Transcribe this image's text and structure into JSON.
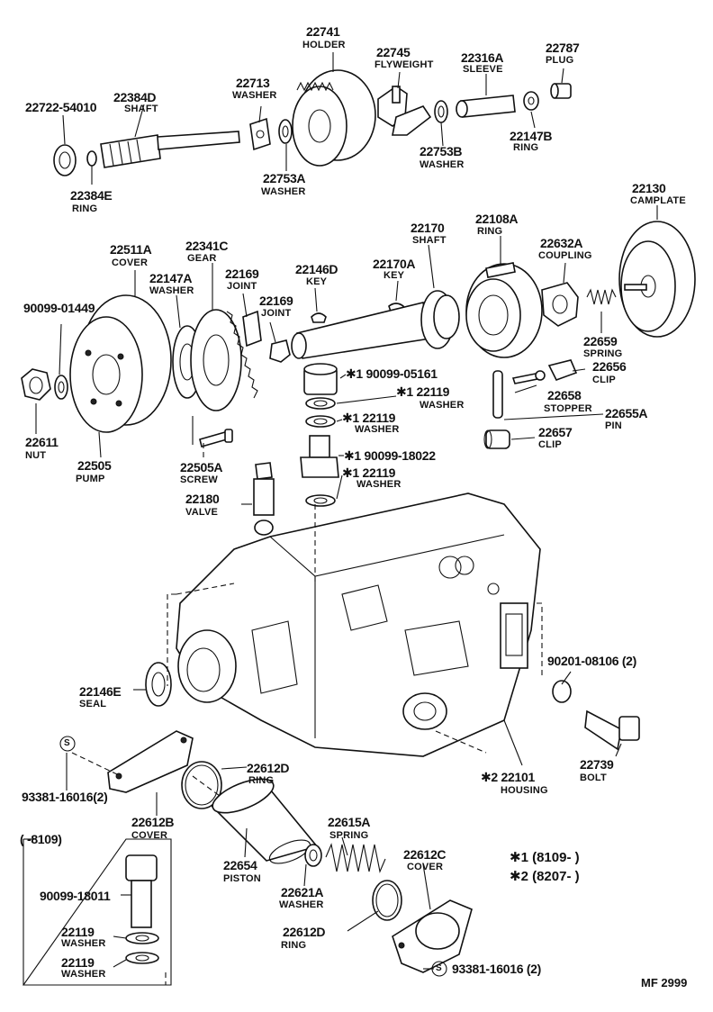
{
  "parts": [
    {
      "key": "p22722",
      "number": "22722-54010",
      "name": ""
    },
    {
      "key": "p22384d",
      "number": "22384D",
      "name": "SHAFT"
    },
    {
      "key": "p22384e",
      "number": "22384E",
      "name": "RING"
    },
    {
      "key": "p22713",
      "number": "22713",
      "name": "WASHER"
    },
    {
      "key": "p22741",
      "number": "22741",
      "name": "HOLDER"
    },
    {
      "key": "p22753a",
      "number": "22753A",
      "name": "WASHER"
    },
    {
      "key": "p22745",
      "number": "22745",
      "name": "FLYWEIGHT"
    },
    {
      "key": "p22753b",
      "number": "22753B",
      "name": "WASHER"
    },
    {
      "key": "p22316a",
      "number": "22316A",
      "name": "SLEEVE"
    },
    {
      "key": "p22787",
      "number": "22787",
      "name": "PLUG"
    },
    {
      "key": "p22147b",
      "number": "22147B",
      "name": "RING"
    },
    {
      "key": "p22130",
      "number": "22130",
      "name": "CAMPLATE"
    },
    {
      "key": "p22511a",
      "number": "22511A",
      "name": "COVER"
    },
    {
      "key": "p22341c",
      "number": "22341C",
      "name": "GEAR"
    },
    {
      "key": "p22147a",
      "number": "22147A",
      "name": "WASHER"
    },
    {
      "key": "p22169a",
      "number": "22169",
      "name": "JOINT"
    },
    {
      "key": "p22169b",
      "number": "22169",
      "name": "JOINT"
    },
    {
      "key": "p22146d",
      "number": "22146D",
      "name": "KEY"
    },
    {
      "key": "p22170a",
      "number": "22170A",
      "name": "KEY"
    },
    {
      "key": "p22170",
      "number": "22170",
      "name": "SHAFT"
    },
    {
      "key": "p22108a",
      "number": "22108A",
      "name": "RING"
    },
    {
      "key": "p22632a",
      "number": "22632A",
      "name": "COUPLING"
    },
    {
      "key": "p22659",
      "number": "22659",
      "name": "SPRING"
    },
    {
      "key": "p22656",
      "number": "22656",
      "name": "CLIP"
    },
    {
      "key": "p22658",
      "number": "22658",
      "name": "STOPPER"
    },
    {
      "key": "p22655a",
      "number": "22655A",
      "name": "PIN"
    },
    {
      "key": "p22657",
      "number": "22657",
      "name": "CLIP"
    },
    {
      "key": "p90099_01449",
      "number": "90099-01449",
      "name": ""
    },
    {
      "key": "p22611",
      "number": "22611",
      "name": "NUT"
    },
    {
      "key": "p22505",
      "number": "22505",
      "name": "PUMP"
    },
    {
      "key": "p22505a",
      "number": "22505A",
      "name": "SCREW"
    },
    {
      "key": "p22180",
      "number": "22180",
      "name": "VALVE"
    },
    {
      "key": "p90099_05161",
      "number": "✱1 90099-05161",
      "name": ""
    },
    {
      "key": "p22119a",
      "number": "✱1 22119",
      "name": "WASHER"
    },
    {
      "key": "p22119b",
      "number": "✱1 22119",
      "name": "WASHER"
    },
    {
      "key": "p90099_18022",
      "number": "✱1 90099-18022",
      "name": ""
    },
    {
      "key": "p22119c",
      "number": "✱1 22119",
      "name": "WASHER"
    },
    {
      "key": "p22146e",
      "number": "22146E",
      "name": "SEAL"
    },
    {
      "key": "p90201",
      "number": "90201-08106 (2)",
      "name": ""
    },
    {
      "key": "p22739",
      "number": "22739",
      "name": "BOLT"
    },
    {
      "key": "p22101",
      "number": "✱2 22101",
      "name": "HOUSING"
    },
    {
      "key": "p93381a",
      "number": "93381-16016(2)",
      "name": ""
    },
    {
      "key": "p22612b",
      "number": "22612B",
      "name": "COVER"
    },
    {
      "key": "p22612d_a",
      "number": "22612D",
      "name": "RING"
    },
    {
      "key": "p22654",
      "number": "22654",
      "name": "PISTON"
    },
    {
      "key": "p22615a",
      "number": "22615A",
      "name": "SPRING"
    },
    {
      "key": "p22621a",
      "number": "22621A",
      "name": "WASHER"
    },
    {
      "key": "p22612c",
      "number": "22612C",
      "name": "COVER"
    },
    {
      "key": "p22612d_b",
      "number": "22612D",
      "name": "RING"
    },
    {
      "key": "p93381b",
      "number": "93381-16016 (2)",
      "name": ""
    },
    {
      "key": "p90099_18011",
      "number": "90099-18011",
      "name": ""
    },
    {
      "key": "p22119d",
      "number": "22119",
      "name": "WASHER"
    },
    {
      "key": "p22119e",
      "number": "22119",
      "name": "WASHER"
    }
  ],
  "inset": {
    "title": "(      -8109)"
  },
  "legend": {
    "note1": "✱1 (8109-          )",
    "note2": "✱2 (8207-          )"
  },
  "circle_s": "S",
  "footer": {
    "code": "MF 2999"
  }
}
